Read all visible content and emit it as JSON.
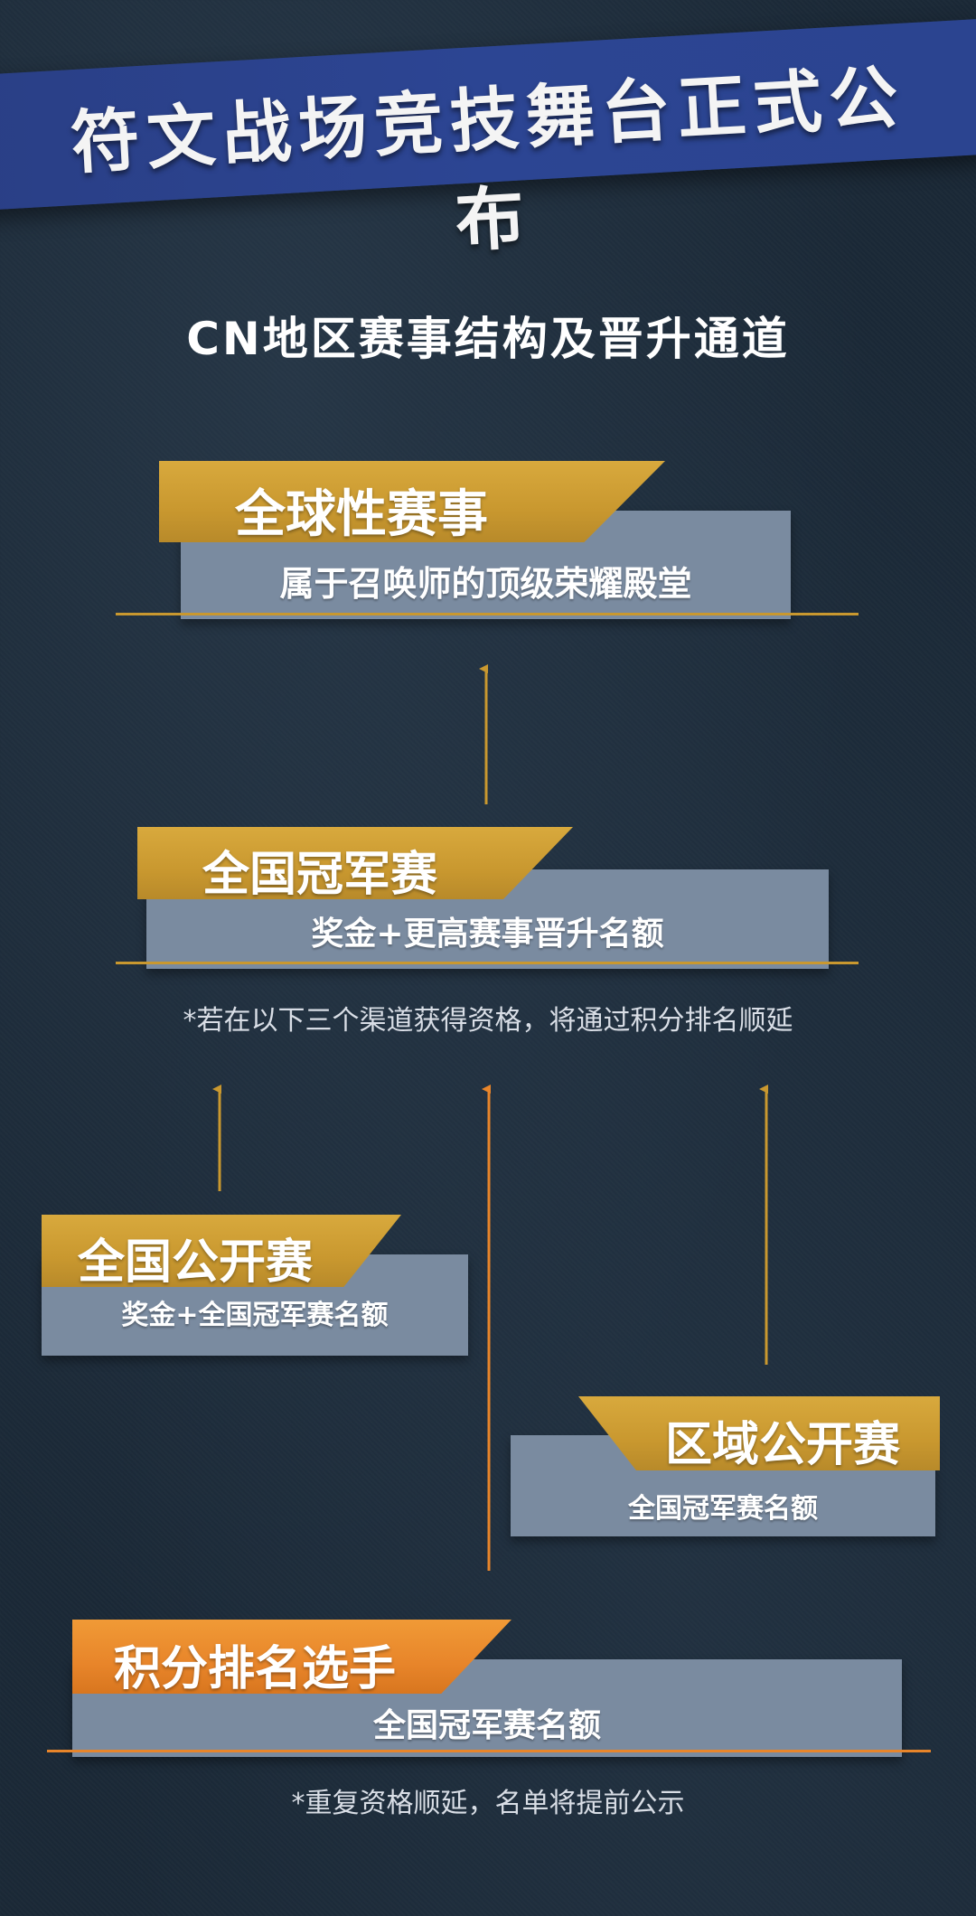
{
  "banner": {
    "title": "符文战场竞技舞台正式公布"
  },
  "subtitle": "CN地区赛事结构及晋升通道",
  "tiers": {
    "global": {
      "title": "全球性赛事",
      "desc": "属于召唤师的顶级荣耀殿堂"
    },
    "national_championship": {
      "title": "全国冠军赛",
      "desc": "奖金+更高赛事晋升名额"
    },
    "national_open": {
      "title": "全国公开赛",
      "desc": "奖金+全国冠军赛名额"
    },
    "regional_open": {
      "title": "区域公开赛",
      "desc": "全国冠军赛名额"
    },
    "ranked_players": {
      "title": "积分排名选手",
      "desc": "全国冠军赛名额"
    }
  },
  "notes": {
    "rollover": "*若在以下三个渠道获得资格，将通过积分排名顺延",
    "duplicate": "*重复资格顺延，名单将提前公示"
  },
  "colors": {
    "background": "#1b2937",
    "banner": "#2b4490",
    "gold": "#c9982f",
    "orange": "#e8852a",
    "panel": "#7a8ba0"
  }
}
